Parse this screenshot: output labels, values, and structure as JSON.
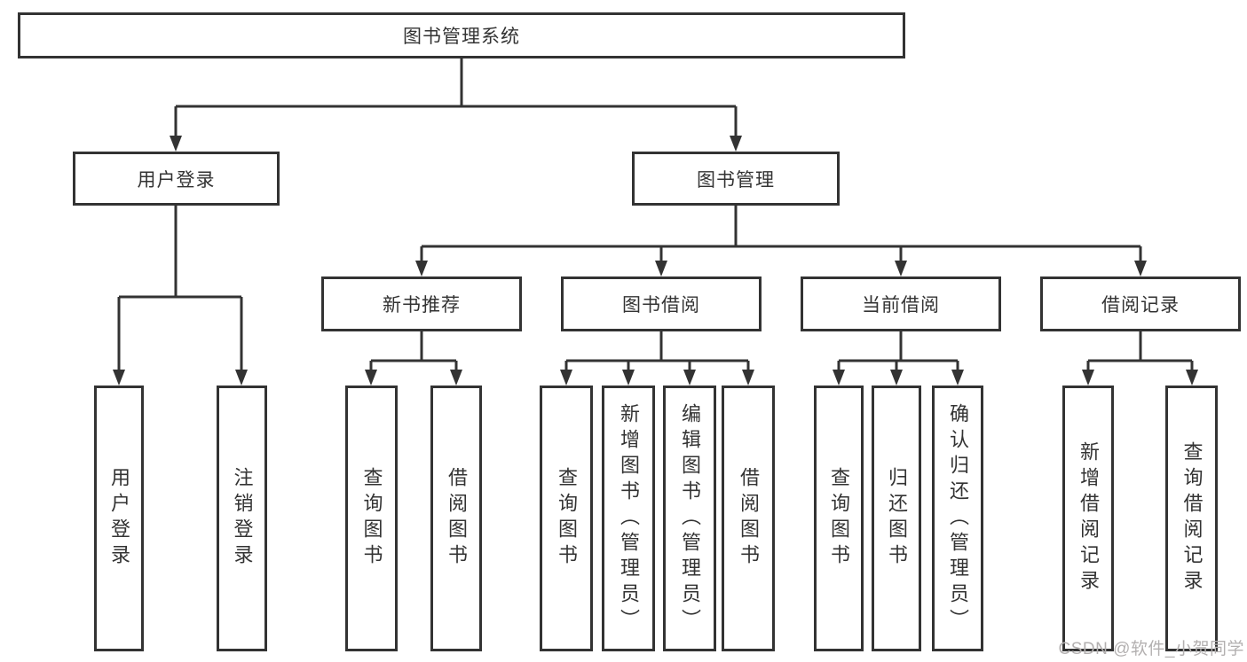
{
  "diagram": {
    "title": "图书管理系统",
    "root": {
      "label": "图书管理系统"
    },
    "level2": [
      {
        "label": "用户登录"
      },
      {
        "label": "图书管理"
      }
    ],
    "level3": [
      {
        "label": "新书推荐"
      },
      {
        "label": "图书借阅"
      },
      {
        "label": "当前借阅"
      },
      {
        "label": "借阅记录"
      }
    ],
    "leaves": [
      "用户登录",
      "注销登录",
      "查询图书",
      "借阅图书",
      "查询图书",
      "新增图书（管理员）",
      "编辑图书（管理员）",
      "借阅图书",
      "查询图书",
      "归还图书",
      "确认归还（管理员）",
      "新增借阅记录",
      "查询借阅记录"
    ],
    "line_color": "#333333"
  },
  "watermark": "CSDN @软件_小贺同学"
}
